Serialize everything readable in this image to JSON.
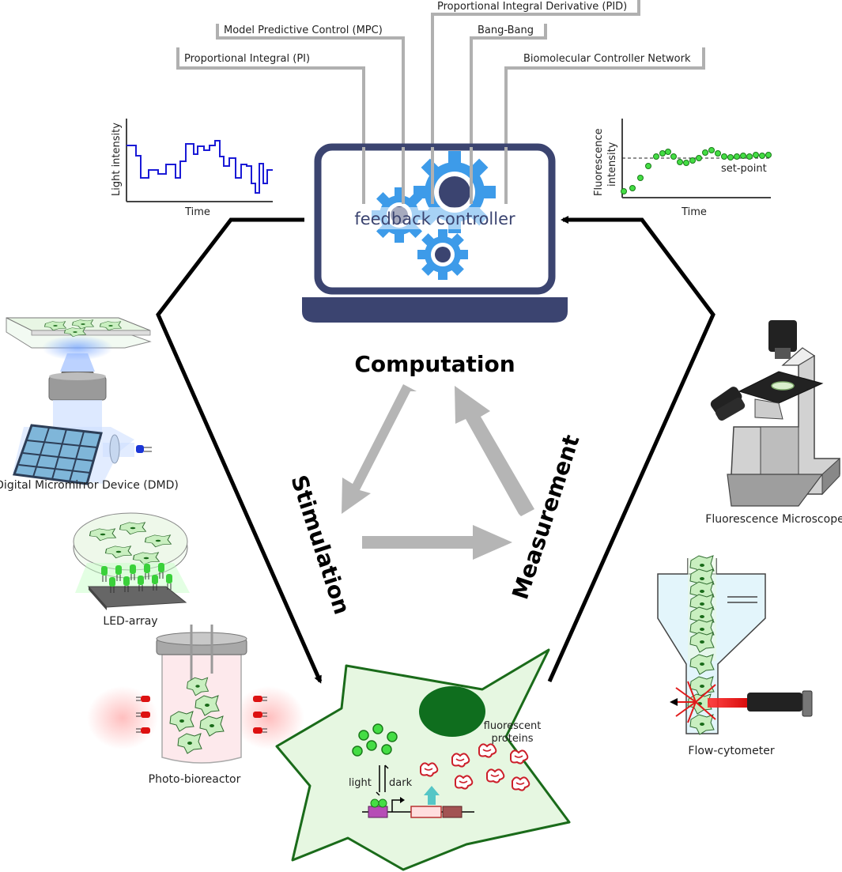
{
  "controllers": [
    "Proportional Integral Derivative (PID)",
    "Model Predictive Control (MPC)",
    "Bang-Bang",
    "Proportional Integral (PI)",
    "Biomolecular Controller Network"
  ],
  "laptop_label": "feedback controller",
  "stages": {
    "computation": "Computation",
    "stimulation": "Stimulation",
    "measurement": "Measurement"
  },
  "light_plot": {
    "ylabel": "Light intensity",
    "xlabel": "Time"
  },
  "fluor_plot": {
    "ylabel_line1": "Fluorescence",
    "ylabel_line2": "intensity",
    "xlabel": "Time",
    "setpoint": "set-point"
  },
  "devices": {
    "dmd": "Digital Micromirror Device (DMD)",
    "led": "LED-array",
    "bioreactor": "Photo-bioreactor",
    "microscope": "Fluorescence Microscope",
    "cytometer": "Flow-cytometer"
  },
  "cell": {
    "fluor_line1": "fluorescent",
    "fluor_line2": "proteins",
    "light": "light",
    "dark": "dark"
  },
  "colors": {
    "laptop": "#3b4470",
    "gear": "#3d9be9",
    "cell_fill": "#e6f7e1",
    "cell_border": "#1a6b1a",
    "nucleus": "#0f6e1e",
    "trace": "#1a1ad6",
    "points": "#33dd33",
    "protein": "#d0212a",
    "grey_arrow": "#b5b5b5"
  }
}
